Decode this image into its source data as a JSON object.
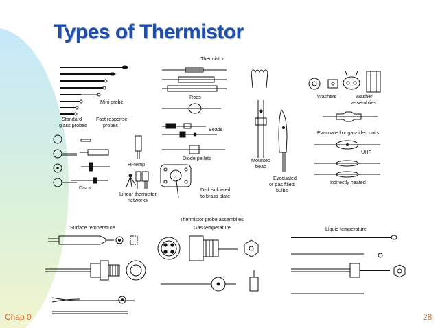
{
  "slide": {
    "title": "Types of Thermistor",
    "footer_left": "Chap 0",
    "page_number": "28"
  },
  "figure": {
    "heading": "Thermistor",
    "labels": {
      "standard_glass_probes_1": "Standard",
      "standard_glass_probes_2": "glass probes",
      "mini_probe": "Mini probe",
      "fast_response_1": "Fast response",
      "fast_response_2": "probes",
      "discs": "Discs",
      "hi_temp": "Hi-temp",
      "linear_1": "Linear thermistor",
      "linear_2": "networks",
      "rods": "Rods",
      "beads": "Beads",
      "diode_pellets": "Diode pellets",
      "disk_soldered_1": "Disk soldered",
      "disk_soldered_2": "to brass plate",
      "mounted_bead_1": "Mounted",
      "mounted_bead_2": "bead",
      "evacuated_1": "Evacuated",
      "evacuated_2": "or gas filled",
      "evacuated_3": "bulbs",
      "washers": "Washers",
      "washer_assemblies_1": "Washer",
      "washer_assemblies_2": "assemblies",
      "evacuated_units": "Evacuated or gas-filled units",
      "uhf": "UHF",
      "indirectly_heated": "Indirectly heated",
      "probe_assemblies": "Thermistor probe assemblies",
      "surface_temperature": "Surface temperature",
      "gas_temperature": "Gas temperature",
      "liquid_temperature": "Liquid temperature"
    }
  }
}
